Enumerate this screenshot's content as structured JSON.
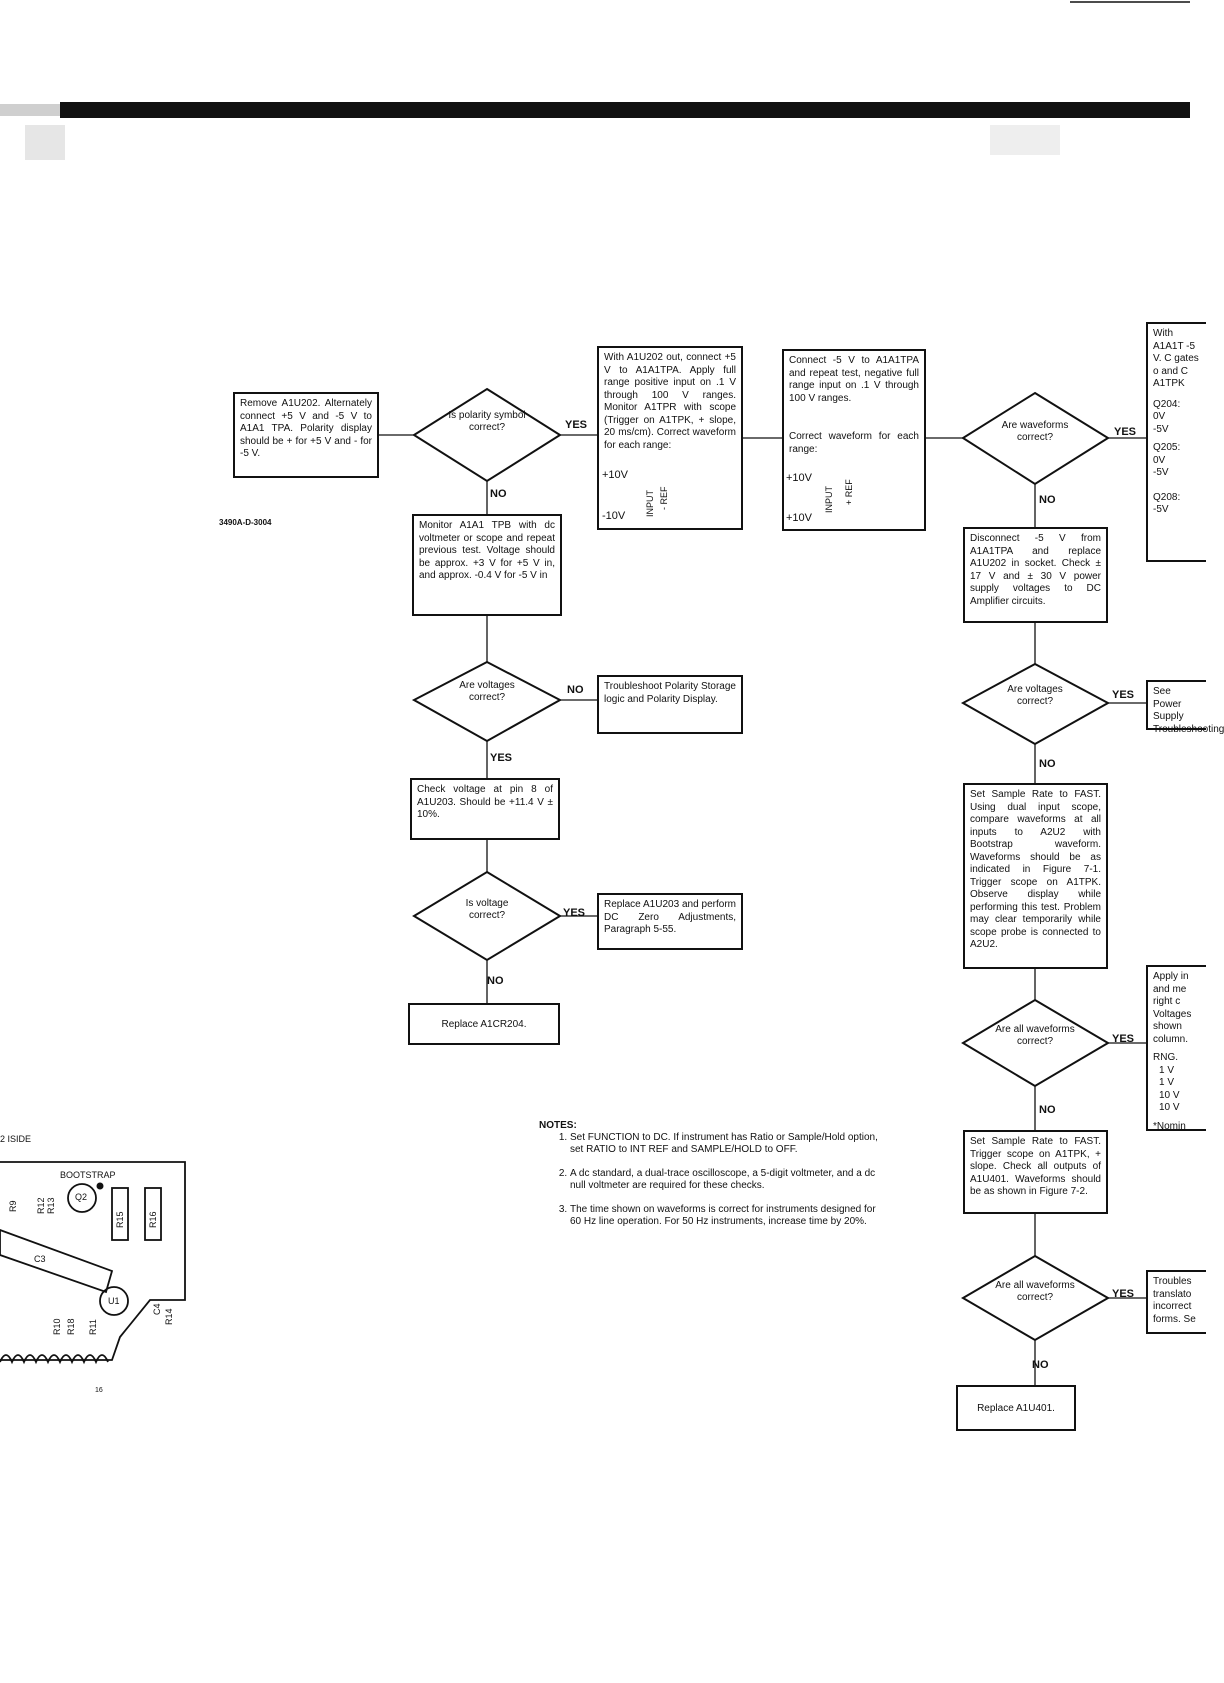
{
  "doc_code": "3490A-D-3004",
  "boxes": {
    "remove_u202": "Remove A1U202. Alternately connect +5 V and -5 V to A1A1 TPA. Polarity display should be + for +5 V and - for -5 V.",
    "monitor_tpb": "Monitor A1A1 TPB with dc voltmeter or scope and repeat previous test. Voltage should be approx. +3 V for +5 V in, and approx. -0.4 V for -5 V in",
    "troubleshoot_polarity": "Troubleshoot Polarity Storage logic and Polarity Display.",
    "check_pin8": "Check voltage at pin 8 of A1U203. Should be +11.4 V ± 10%.",
    "replace_u203": "Replace A1U203 and perform DC Zero Adjustments, Paragraph 5-55.",
    "replace_cr204": "Replace A1CR204.",
    "with_u202_out": "With A1U202 out, connect +5 V to A1A1TPA. Apply full range positive input on .1 V through 100 V ranges. Monitor A1TPR with scope (Trigger on A1TPK, + slope, 20 ms/cm). Correct waveform for each range:",
    "connect_minus5": "Connect -5 V to A1A1TPA and repeat test, negative full range input on .1 V through 100 V ranges.",
    "correct_waveform": "Correct waveform for each range:",
    "disconnect_minus5": "Disconnect -5 V from A1A1TPA and replace A1U202 in socket. Check ± 17 V and ± 30 V power supply voltages to DC Amplifier circuits.",
    "see_power": "See Power Supply Troubleshooting",
    "sample_rate_fast_1": "Set Sample Rate to FAST. Using dual input scope, compare waveforms at all inputs to A2U2 with Bootstrap waveform. Waveforms should be as indicated in Figure 7-1. Trigger scope on A1TPK. Observe display while performing this test. Problem may clear temporarily while scope probe is connected to A2U2.",
    "sample_rate_fast_2": "Set Sample Rate to FAST. Trigger scope on A1TPK, + slope. Check all outputs of A1U401. Waveforms should be as shown in Figure 7-2.",
    "replace_u401": "Replace A1U401.",
    "right_top": "With A1A1T -5 V. C gates o and C A1TPK",
    "right_apply": "Apply in and me right c Voltages shown column.",
    "right_troubles": "Troubles translato incorrect forms. Se"
  },
  "right_rng": {
    "header": "RNG.",
    "rows": [
      "1 V",
      "1 V",
      "10 V",
      "10 V"
    ],
    "footer": "*Nomin"
  },
  "right_q": [
    "Q204:",
    "Q205:",
    "Q208:"
  ],
  "right_q_levels": [
    "0V",
    "-5V",
    "0V",
    "-5V",
    "-5V"
  ],
  "decisions": {
    "polarity": "Is polarity symbol correct?",
    "voltages_1": "Are voltages correct?",
    "voltage_u203": "Is voltage correct?",
    "waveforms_1": "Are waveforms correct?",
    "voltages_2": "Are voltages correct?",
    "all_waveforms_1": "Are all waveforms correct?",
    "all_waveforms_2": "Are all waveforms correct?"
  },
  "yes": "YES",
  "no": "NO",
  "waveform": {
    "pos_top": "+10V",
    "pos_bottom": "-10V",
    "neg_top": "+10V",
    "neg_bottom": "+10V",
    "input": "INPUT",
    "minus_ref": "- REF",
    "plus_ref": "+ REF"
  },
  "notes": {
    "title": "NOTES:",
    "items": [
      "Set FUNCTION to DC. If instrument has Ratio or Sample/Hold option, set RATIO to INT REF and SAMPLE/HOLD to OFF.",
      "A dc standard, a dual-trace oscilloscope, a 5-digit voltmeter, and a dc null voltmeter are required for these checks.",
      "The time shown on waveforms is correct for instruments designed for 60 Hz line operation. For 50 Hz instruments, increase time by 20%."
    ]
  },
  "pcb": {
    "side_label": "2 ISIDE",
    "bootstrap": "BOOTSTRAP",
    "q2": "Q2",
    "u1": "U1",
    "c3": "C3",
    "r12": "R12",
    "r13": "R13",
    "r15": "R15",
    "r16": "R16",
    "r10": "R10",
    "r18": "R18",
    "r11": "R11",
    "c4": "C4",
    "r14": "R14",
    "r9": "R9",
    "pin": "16"
  }
}
